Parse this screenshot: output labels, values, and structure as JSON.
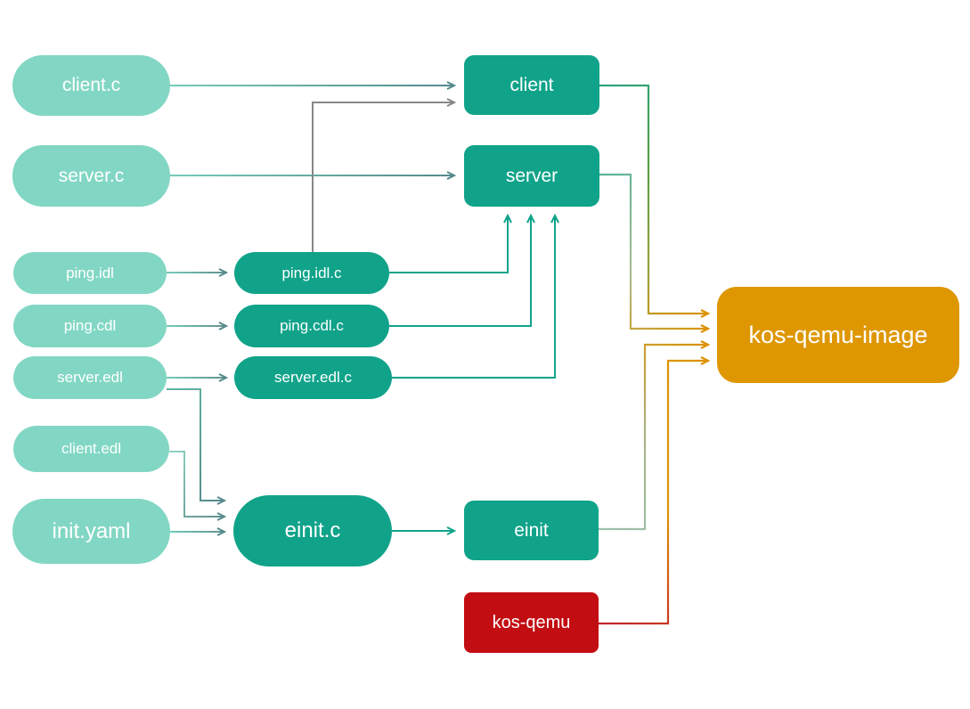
{
  "diagram": {
    "nodes": {
      "client_c": {
        "label": "client.c",
        "kind": "source file"
      },
      "server_c": {
        "label": "server.c",
        "kind": "source file"
      },
      "ping_idl": {
        "label": "ping.idl",
        "kind": "source file"
      },
      "ping_cdl": {
        "label": "ping.cdl",
        "kind": "source file"
      },
      "server_edl": {
        "label": "server.edl",
        "kind": "source file"
      },
      "client_edl": {
        "label": "client.edl",
        "kind": "source file"
      },
      "init_yaml": {
        "label": "init.yaml",
        "kind": "source file"
      },
      "ping_idl_c": {
        "label": "ping.idl.c",
        "kind": "generated file"
      },
      "ping_cdl_c": {
        "label": "ping.cdl.c",
        "kind": "generated file"
      },
      "server_edl_c": {
        "label": "server.edl.c",
        "kind": "generated file"
      },
      "einit_c": {
        "label": "einit.c",
        "kind": "generated file"
      },
      "client": {
        "label": "client",
        "kind": "program"
      },
      "server": {
        "label": "server",
        "kind": "program"
      },
      "einit": {
        "label": "einit",
        "kind": "program"
      },
      "kos_qemu": {
        "label": "kos-qemu",
        "kind": "tool"
      },
      "kos_qemu_image": {
        "label": "kos-qemu-image",
        "kind": "image"
      }
    },
    "edges": [
      {
        "from": "client.c",
        "to": "client"
      },
      {
        "from": "server.c",
        "to": "server"
      },
      {
        "from": "ping.idl",
        "to": "ping.idl.c"
      },
      {
        "from": "ping.cdl",
        "to": "ping.cdl.c"
      },
      {
        "from": "server.edl",
        "to": "server.edl.c"
      },
      {
        "from": "ping.idl.c",
        "to": "client"
      },
      {
        "from": "ping.idl.c",
        "to": "server"
      },
      {
        "from": "ping.cdl.c",
        "to": "server"
      },
      {
        "from": "server.edl.c",
        "to": "server"
      },
      {
        "from": "server.edl",
        "to": "einit.c"
      },
      {
        "from": "client.edl",
        "to": "einit.c"
      },
      {
        "from": "init.yaml",
        "to": "einit.c"
      },
      {
        "from": "einit.c",
        "to": "einit"
      },
      {
        "from": "client",
        "to": "kos-qemu-image"
      },
      {
        "from": "server",
        "to": "kos-qemu-image"
      },
      {
        "from": "einit",
        "to": "kos-qemu-image"
      },
      {
        "from": "kos-qemu",
        "to": "kos-qemu-image"
      }
    ],
    "colors": {
      "source_fill": "#82d7c4",
      "generated_fill": "#10a38a",
      "binary_fill": "#10a38a",
      "tool_fill": "#c20d12",
      "image_fill": "#de9700",
      "text": "#ffffff",
      "arrow_slate": "#55898c",
      "arrow_gray": "#85878a",
      "arrow_teal": "#10a38a",
      "arrow_orange": "#dd9200"
    }
  }
}
